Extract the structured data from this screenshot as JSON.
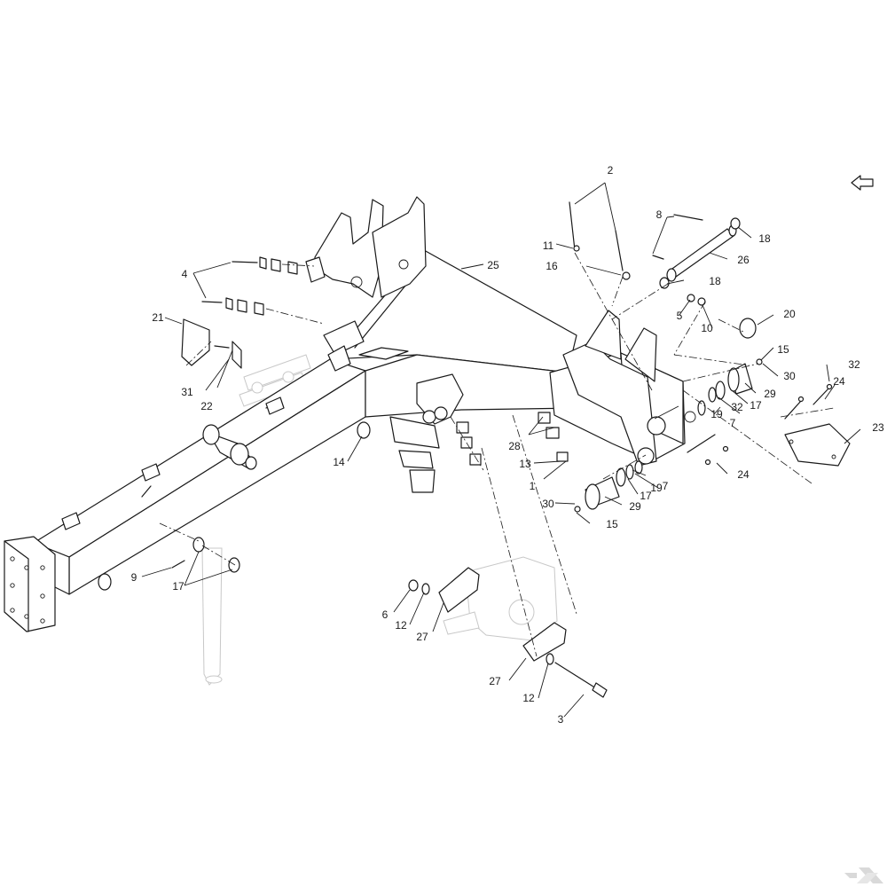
{
  "callouts": {
    "c1": "1",
    "c2": "2",
    "c3": "3",
    "c4": "4",
    "c5": "5",
    "c6": "6",
    "c7a": "7",
    "c7b": "7",
    "c8": "8",
    "c9": "9",
    "c10": "10",
    "c11": "11",
    "c12a": "12",
    "c12b": "12",
    "c13": "13",
    "c14": "14",
    "c15a": "15",
    "c15b": "15",
    "c16": "16",
    "c17a": "17",
    "c17b": "17",
    "c17c": "17",
    "c18a": "18",
    "c18b": "18",
    "c19a": "19",
    "c19b": "19",
    "c20": "20",
    "c21": "21",
    "c22": "22",
    "c23": "23",
    "c24a": "24",
    "c24b": "24",
    "c25": "25",
    "c26": "26",
    "c27a": "27",
    "c27b": "27",
    "c28": "28",
    "c29a": "29",
    "c29b": "29",
    "c30a": "30",
    "c30b": "30",
    "c31": "31",
    "c32a": "32",
    "c32b": "32"
  }
}
